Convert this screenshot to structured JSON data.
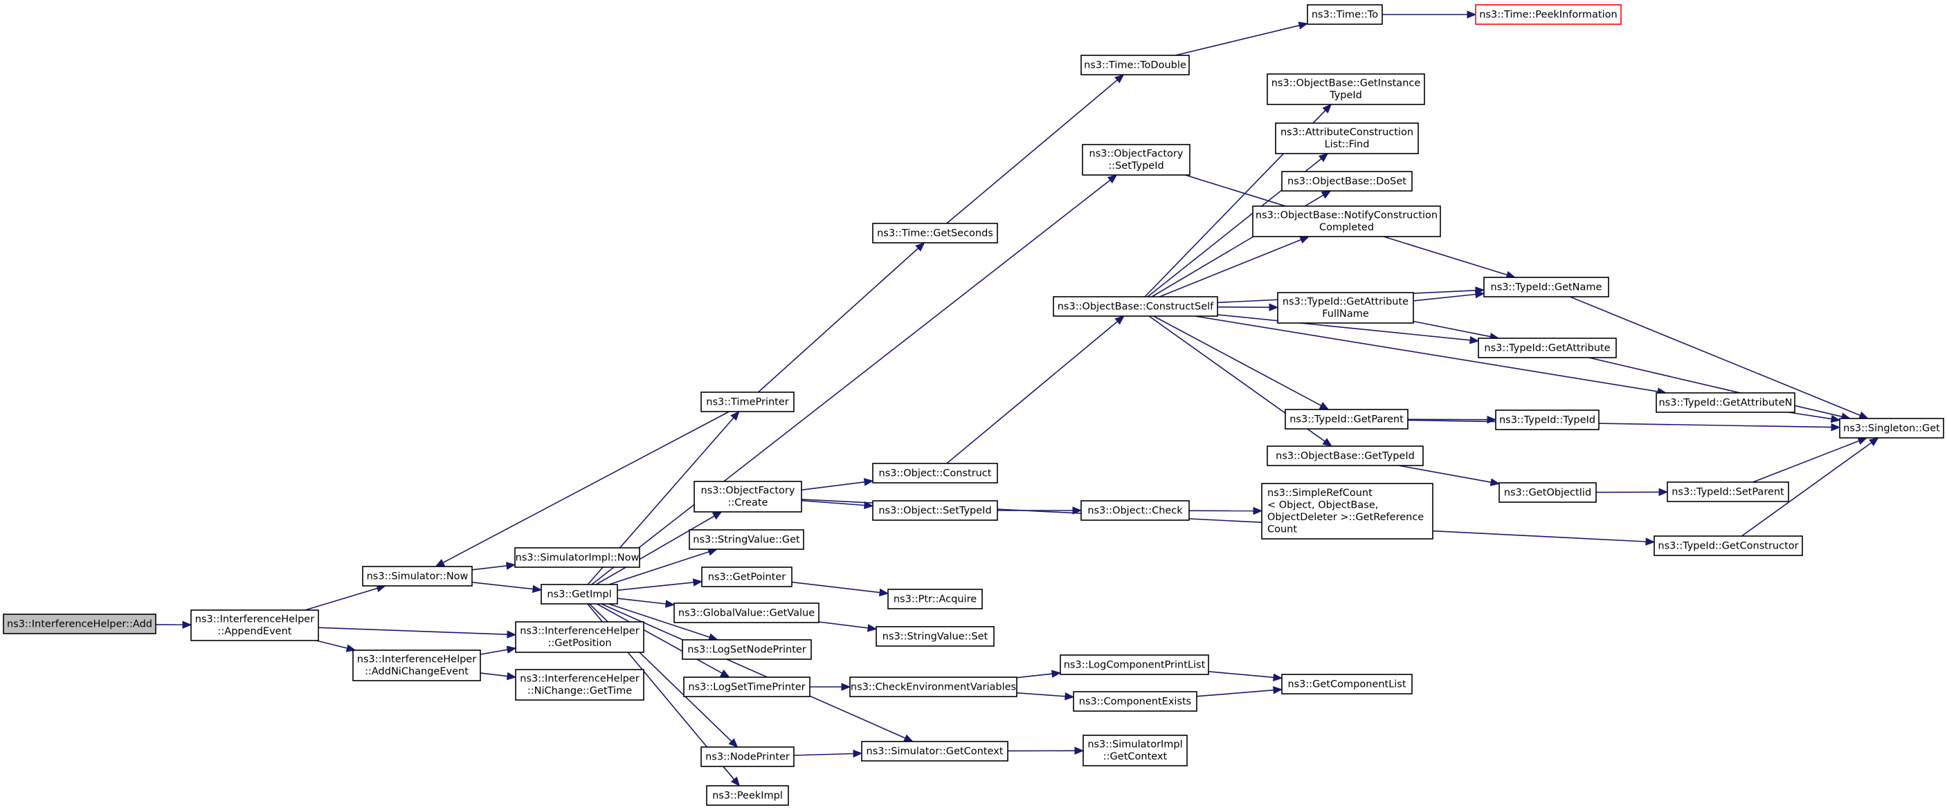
{
  "nodes": {
    "root": [
      "ns3::InterferenceHelper::Add"
    ],
    "appendEvent": [
      "ns3::InterferenceHelper",
      "::AppendEvent"
    ],
    "addNiChange": [
      "ns3::InterferenceHelper",
      "::AddNiChangeEvent"
    ],
    "simNow": [
      "ns3::Simulator::Now"
    ],
    "simImplNow": [
      "ns3::SimulatorImpl::Now"
    ],
    "getImpl": [
      "ns3::GetImpl"
    ],
    "getPosition": [
      "ns3::InterferenceHelper",
      "::GetPosition"
    ],
    "niGetTime": [
      "ns3::InterferenceHelper",
      "::NiChange::GetTime"
    ],
    "timePrinter": [
      "ns3::TimePrinter"
    ],
    "objFactCreate": [
      "ns3::ObjectFactory",
      "::Create"
    ],
    "strValGet": [
      "ns3::StringValue::Get"
    ],
    "getPointer": [
      "ns3::GetPointer"
    ],
    "globalValGet": [
      "ns3::GlobalValue::GetValue"
    ],
    "logSetNode": [
      "ns3::LogSetNodePrinter"
    ],
    "logSetTime": [
      "ns3::LogSetTimePrinter"
    ],
    "nodePrinter": [
      "ns3::NodePrinter"
    ],
    "peekImpl": [
      "ns3::PeekImpl"
    ],
    "timeGetSeconds": [
      "ns3::Time::GetSeconds"
    ],
    "objConstruct": [
      "ns3::Object::Construct"
    ],
    "objSetTypeId": [
      "ns3::Object::SetTypeId"
    ],
    "ptrAcquire": [
      "ns3::Ptr::Acquire"
    ],
    "strValSet": [
      "ns3::StringValue::Set"
    ],
    "checkEnv": [
      "ns3::CheckEnvironmentVariables"
    ],
    "simGetContext": [
      "ns3::Simulator::GetContext"
    ],
    "timeToDouble": [
      "ns3::Time::ToDouble"
    ],
    "timeTo": [
      "ns3::Time::To"
    ],
    "peekInfo": [
      "ns3::Time::PeekInformation"
    ],
    "objFactSetTypeId": [
      "ns3::ObjectFactory",
      "::SetTypeId"
    ],
    "constructSelf": [
      "ns3::ObjectBase::ConstructSelf"
    ],
    "objCheck": [
      "ns3::Object::Check"
    ],
    "logCompPrintList": [
      "ns3::LogComponentPrintList"
    ],
    "compExists": [
      "ns3::ComponentExists"
    ],
    "simImplGetContext": [
      "ns3::SimulatorImpl",
      "::GetContext"
    ],
    "getInstanceTypeId": [
      "ns3::ObjectBase::GetInstance",
      "TypeId"
    ],
    "attrConstrFind": [
      "ns3::AttributeConstruction",
      "List::Find"
    ],
    "doSet": [
      "ns3::ObjectBase::DoSet"
    ],
    "notifyConstr": [
      "ns3::ObjectBase::NotifyConstruction",
      "Completed"
    ],
    "getAttrFullName": [
      "ns3::TypeId::GetAttribute",
      "FullName"
    ],
    "getParent": [
      "ns3::TypeId::GetParent"
    ],
    "obGetTypeId": [
      "ns3::ObjectBase::GetTypeId"
    ],
    "simpleRefCount": [
      "ns3::SimpleRefCount",
      "< Object, ObjectBase,",
      "ObjectDeleter >::GetReference",
      "Count"
    ],
    "getComponentList": [
      "ns3::GetComponentList"
    ],
    "typeIdGetName": [
      "ns3::TypeId::GetName"
    ],
    "typeIdGetAttribute": [
      "ns3::TypeId::GetAttribute"
    ],
    "typeIdTypeId": [
      "ns3::TypeId::TypeId"
    ],
    "getObjectIid": [
      "ns3::GetObjectIid"
    ],
    "getAttributeN": [
      "ns3::TypeId::GetAttributeN"
    ],
    "typeIdSetParent": [
      "ns3::TypeId::SetParent"
    ],
    "getConstructor": [
      "ns3::TypeId::GetConstructor"
    ],
    "singletonGet": [
      "ns3::Singleton::Get"
    ]
  },
  "colors": {
    "edge": "#191970",
    "root_fill": "#bfbfbf",
    "external_border": "#ff0000",
    "border": "#000000"
  }
}
